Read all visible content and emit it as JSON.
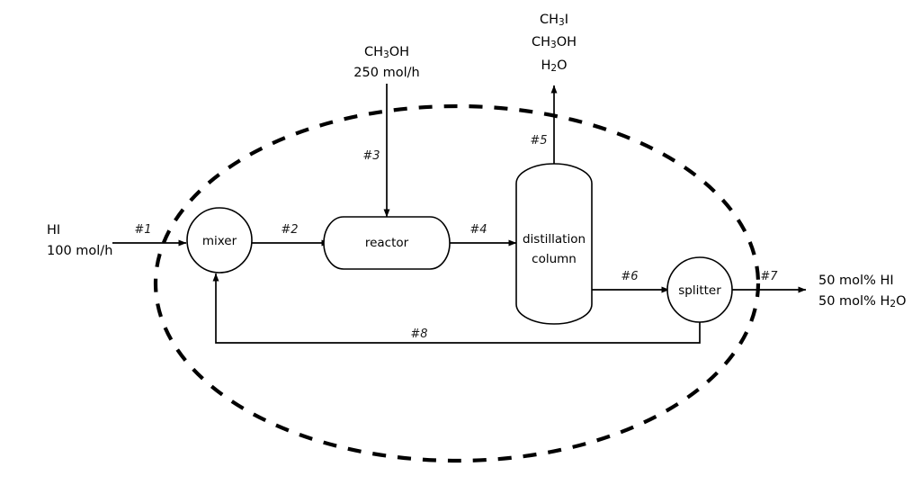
{
  "diagram": {
    "type": "process-flow-diagram",
    "title": "Methyl iodide / methanol process flowsheet with recycle",
    "boundary": {
      "label": "system-boundary",
      "style": "dashed-ellipse",
      "color": "#000000"
    },
    "units": [
      {
        "id": "mixer",
        "label": "mixer",
        "shape": "circle"
      },
      {
        "id": "reactor",
        "label": "reactor",
        "shape": "rounded-rectangle"
      },
      {
        "id": "column",
        "label_line1": "distillation",
        "label_line2": "column",
        "shape": "vertical-vessel"
      },
      {
        "id": "splitter",
        "label": "splitter",
        "shape": "circle"
      }
    ],
    "streams": [
      {
        "id": "s1",
        "tag": "#1",
        "from": "feed-HI",
        "to": "mixer"
      },
      {
        "id": "s2",
        "tag": "#2",
        "from": "mixer",
        "to": "reactor"
      },
      {
        "id": "s3",
        "tag": "#3",
        "from": "feed-CH3OH",
        "to": "reactor"
      },
      {
        "id": "s4",
        "tag": "#4",
        "from": "reactor",
        "to": "column"
      },
      {
        "id": "s5",
        "tag": "#5",
        "from": "column",
        "to": "overhead-product"
      },
      {
        "id": "s6",
        "tag": "#6",
        "from": "column",
        "to": "splitter"
      },
      {
        "id": "s7",
        "tag": "#7",
        "from": "splitter",
        "to": "product-outlet"
      },
      {
        "id": "s8",
        "tag": "#8",
        "from": "splitter",
        "to": "mixer"
      }
    ],
    "feeds": [
      {
        "id": "feed-HI",
        "lines": [
          "HI",
          "100 mol/h"
        ],
        "species": "HI",
        "flow_value": 100,
        "flow_units": "mol/h"
      },
      {
        "id": "feed-CH3OH",
        "lines": [
          "CH3OH",
          "250 mol/h"
        ],
        "species_formula": {
          "prefix": "CH",
          "subscript": "3",
          "suffix": "OH"
        },
        "flow_value": 250,
        "flow_units": "mol/h"
      }
    ],
    "products": [
      {
        "id": "overhead-product",
        "stream_tag": "#5",
        "components": [
          {
            "prefix": "CH",
            "subscript": "3",
            "suffix": "I"
          },
          {
            "prefix": "CH",
            "subscript": "3",
            "suffix": "OH"
          },
          {
            "prefix": "H",
            "subscript": "2",
            "suffix": "O"
          }
        ],
        "lines": [
          "CH3I",
          "CH3OH",
          "H2O"
        ]
      },
      {
        "id": "product-outlet",
        "stream_tag": "#7",
        "lines": [
          "50 mol% HI",
          "50 mol% H2O"
        ],
        "composition": [
          {
            "component": "HI",
            "mol_percent": 50
          },
          {
            "component": "H2O",
            "mol_percent": 50
          }
        ]
      }
    ],
    "text": {
      "mixer": "mixer",
      "reactor": "reactor",
      "column_line1": "distillation",
      "column_line2": "column",
      "splitter": "splitter",
      "tag1": "#1",
      "tag2": "#2",
      "tag3": "#3",
      "tag4": "#4",
      "tag5": "#5",
      "tag6": "#6",
      "tag7": "#7",
      "tag8": "#8",
      "feed_hi_name": "HI",
      "feed_hi_flow": "100 mol/h",
      "feed_meoh_prefix": "CH",
      "feed_meoh_sub": "3",
      "feed_meoh_suffix": "OH",
      "feed_meoh_flow": "250 mol/h",
      "ovhd_1_prefix": "CH",
      "ovhd_1_sub": "3",
      "ovhd_1_suffix": "I",
      "ovhd_2_prefix": "CH",
      "ovhd_2_sub": "3",
      "ovhd_2_suffix": "OH",
      "ovhd_3_prefix": "H",
      "ovhd_3_sub": "2",
      "ovhd_3_suffix": "O",
      "out_line1": "50 mol% HI",
      "out_line2_prefix": "50 mol% H",
      "out_line2_sub": "2",
      "out_line2_suffix": "O"
    }
  }
}
